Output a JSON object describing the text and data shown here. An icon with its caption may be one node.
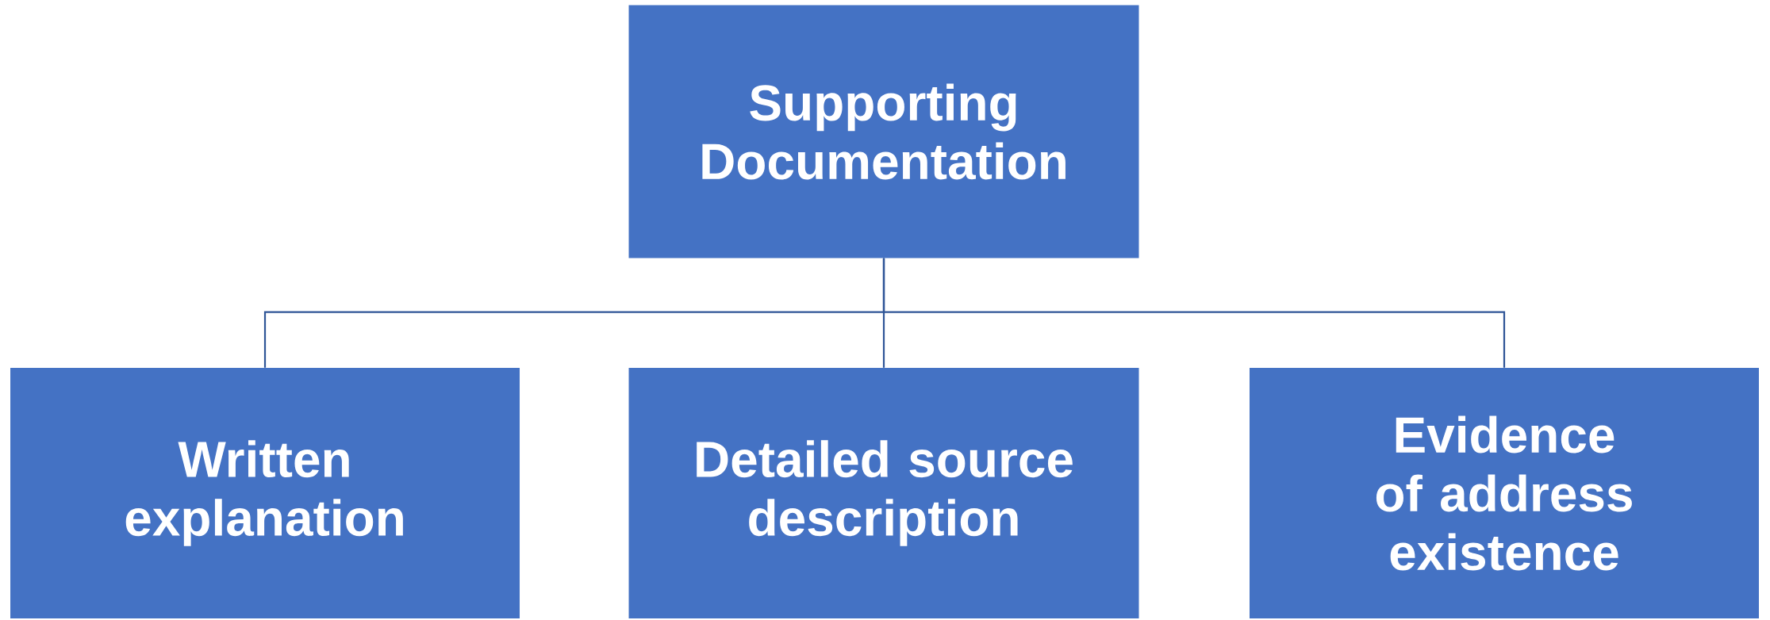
{
  "diagram": {
    "nodes": [
      {
        "text": [
          "Supporting Documentation"
        ]
      },
      {
        "text": [
          "Written explanation"
        ]
      },
      {
        "text": [
          "Detailed source description"
        ]
      },
      {
        "text": [
          "Evidence of address existence"
        ]
      }
    ],
    "edges": [
      {
        "from": 0,
        "to": 1,
        "arrow": "none"
      },
      {
        "from": 0,
        "to": 2,
        "arrow": "none"
      },
      {
        "from": 0,
        "to": 3,
        "arrow": "none"
      }
    ]
  }
}
